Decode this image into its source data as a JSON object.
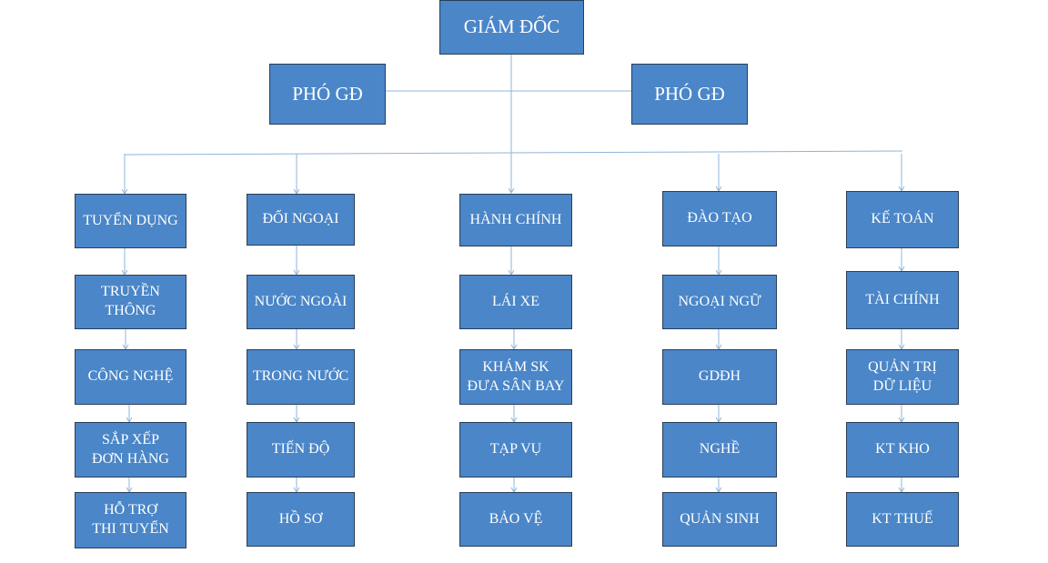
{
  "chart_data": {
    "type": "org-chart",
    "root": "GIÁM ĐỐC",
    "deputies": [
      "PHÓ GĐ",
      "PHÓ GĐ"
    ],
    "departments": [
      {
        "name": "TUYỂN DỤNG",
        "units": [
          "TRUYỀN\nTHÔNG",
          "CÔNG NGHỆ",
          "SẮP XẾP\nĐƠN HÀNG",
          "HỖ TRỢ\nTHI TUYỂN"
        ]
      },
      {
        "name": "ĐỐI NGOẠI",
        "units": [
          "NƯỚC NGOÀI",
          "TRONG NƯỚC",
          "TIẾN ĐỘ",
          "HỒ SƠ"
        ]
      },
      {
        "name": "HÀNH CHÍNH",
        "units": [
          "LÁI XE",
          "KHÁM SK\nĐƯA SÂN BAY",
          "TẠP VỤ",
          "BẢO VỆ"
        ]
      },
      {
        "name": "ĐÀO TẠO",
        "units": [
          "NGOẠI NGỮ",
          "GDĐH",
          "NGHỀ",
          "QUẢN SINH"
        ]
      },
      {
        "name": "KẾ TOÁN",
        "units": [
          "TÀI CHÍNH",
          "QUẢN TRỊ\nDỮ LIỆU",
          "KT KHO",
          "KT THUẾ"
        ]
      }
    ]
  }
}
